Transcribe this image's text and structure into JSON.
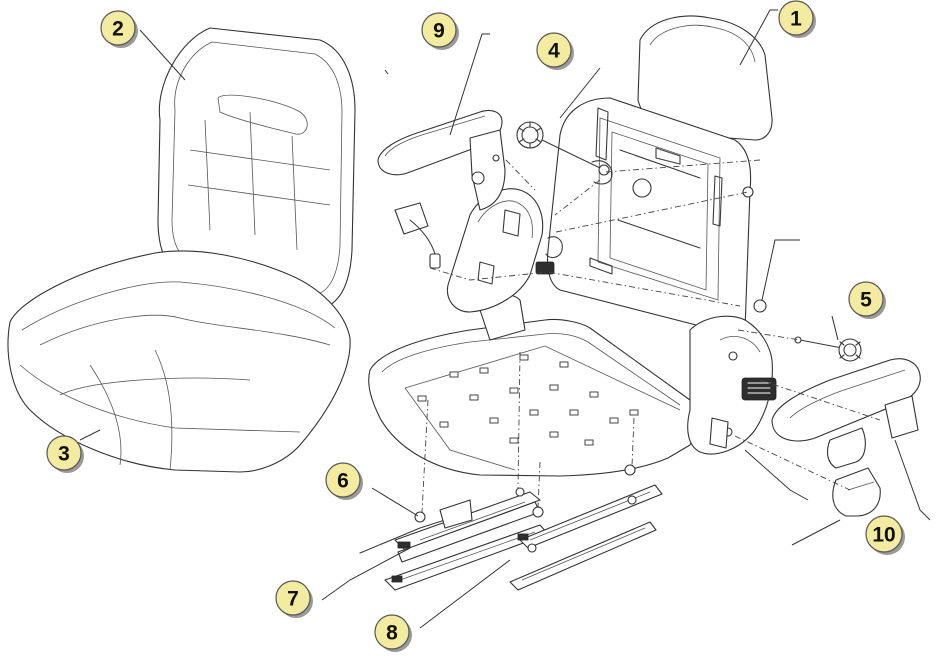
{
  "diagram": {
    "type": "exploded-parts-diagram",
    "subject": "seat assembly",
    "callouts": [
      {
        "label": "1",
        "part": "headrest"
      },
      {
        "label": "2",
        "part": "backrest cushion"
      },
      {
        "label": "3",
        "part": "seat cushion"
      },
      {
        "label": "4",
        "part": "backrest adjustment knob"
      },
      {
        "label": "5",
        "part": "adjustment knob"
      },
      {
        "label": "6",
        "part": "nut / washer"
      },
      {
        "label": "7",
        "part": "slide rail with lever"
      },
      {
        "label": "8",
        "part": "slide rail"
      },
      {
        "label": "9",
        "part": "left armrest"
      },
      {
        "label": "10",
        "part": "right armrest with knob"
      }
    ]
  }
}
